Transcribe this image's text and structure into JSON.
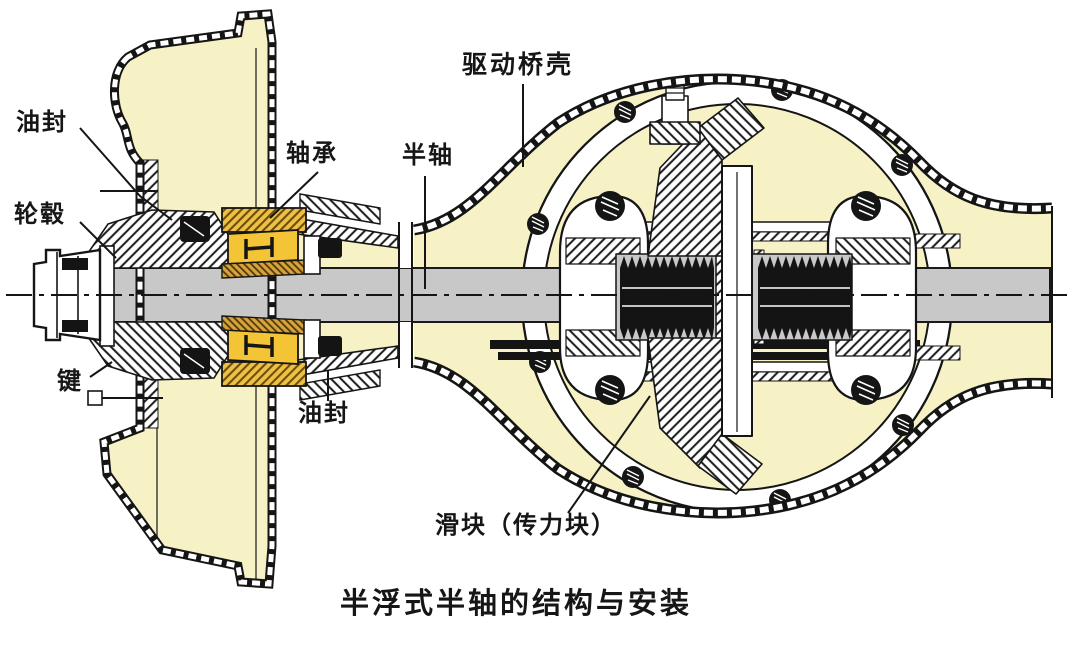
{
  "diagram": {
    "caption": "半浮式半轴的结构与安装",
    "labels": {
      "oil_seal_top": "油封",
      "wheel_hub": "轮毂",
      "bearing": "轴承",
      "half_shaft": "半轴",
      "drive_axle_housing": "驱动桥壳",
      "key": "键",
      "oil_seal_bottom": "油封",
      "slider_block": "滑块（传力块）"
    },
    "colors": {
      "housing_fill": "#F6F2C6",
      "shaft_gray": "#C8C8C8",
      "bearing_gold": "#F3C435",
      "ink": "#161616",
      "background": "#FFFFFF"
    }
  }
}
